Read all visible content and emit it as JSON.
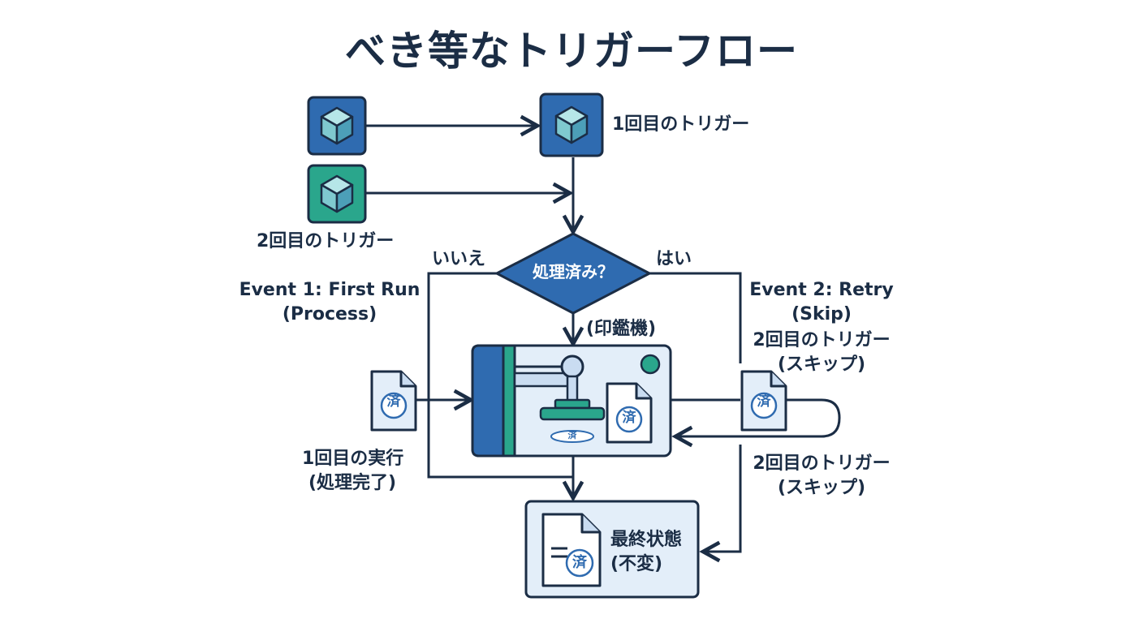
{
  "title": "べき等なトリガーフロー",
  "labels": {
    "trigger1": "1回目のトリガー",
    "trigger2": "2回目のトリガー",
    "no": "いいえ",
    "yes": "はい",
    "decision": "処理済み？",
    "event1_line1": "Event 1: First Run",
    "event1_line2": "(Process)",
    "event2_line1": "Event 2: Retry",
    "event2_line2": "(Skip)",
    "event2_line3": "2回目のトリガー",
    "event2_line4": "(スキップ)",
    "stamper": "(印鑑機)",
    "stamp_mark": "済",
    "first_exec_line1": "1回目の実行",
    "first_exec_line2": "(処理完了)",
    "second_skip_line1": "2回目のトリガー",
    "second_skip_line2": "(スキップ)",
    "final_line1": "最終状態",
    "final_line2": "(不変)"
  },
  "colors": {
    "navy": "#1b2d45",
    "blue": "#2f6bb0",
    "teal": "#2aa68c",
    "light": "#e3eef9",
    "cube": "#8cd3d8"
  }
}
